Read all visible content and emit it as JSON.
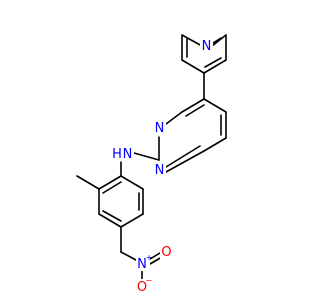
{
  "colors": {
    "bond": "#000000",
    "nitrogen": "#0000ff",
    "oxygen": "#ff0000",
    "background": "#ffffff"
  },
  "labels": {
    "pyridine_n": "N",
    "pyrimidine_n1": "N",
    "pyrimidine_n3": "N",
    "amine_n": "N",
    "amine_h": "H",
    "nitro_n": "N",
    "nitro_plus": "+",
    "nitro_o_top": "O",
    "nitro_o_minus": "O",
    "nitro_minus": "−"
  }
}
